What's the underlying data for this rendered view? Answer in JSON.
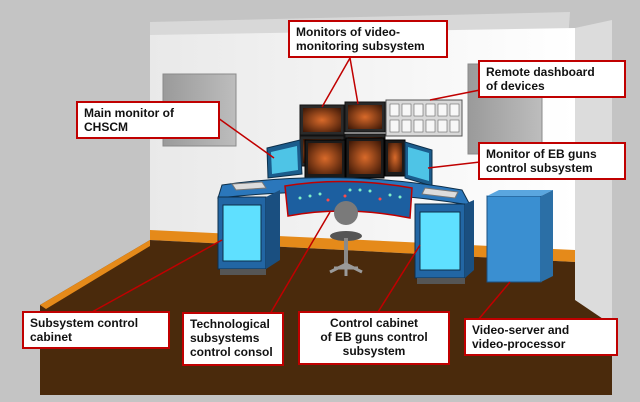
{
  "colors": {
    "callout_border": "#c00000",
    "leader_line": "#c00000",
    "floor": "#4a2a0c",
    "floor_edge": "#e58a1a",
    "cabinet_frame": "#1f5f8b",
    "cabinet_screen": "#5fe0ff",
    "console_top": "#1c5fa0",
    "wall": "#f2f2f2"
  },
  "labels": {
    "video_monitors": "Monitors of video-\nmonitoring subsystem",
    "remote_dashboard": "Remote dashboard\nof devices",
    "main_monitor": "Main monitor of\nCHSCM",
    "eb_monitor": "Monitor of EB guns\ncontrol subsystem",
    "subsystem_cabinet": "Subsystem control\ncabinet",
    "tech_console": "Technological\nsubsystems\ncontrol consol",
    "eb_cabinet": "Control cabinet\nof EB guns control\nsubsystem",
    "video_server": "Video-server and\nvideo-processor"
  }
}
